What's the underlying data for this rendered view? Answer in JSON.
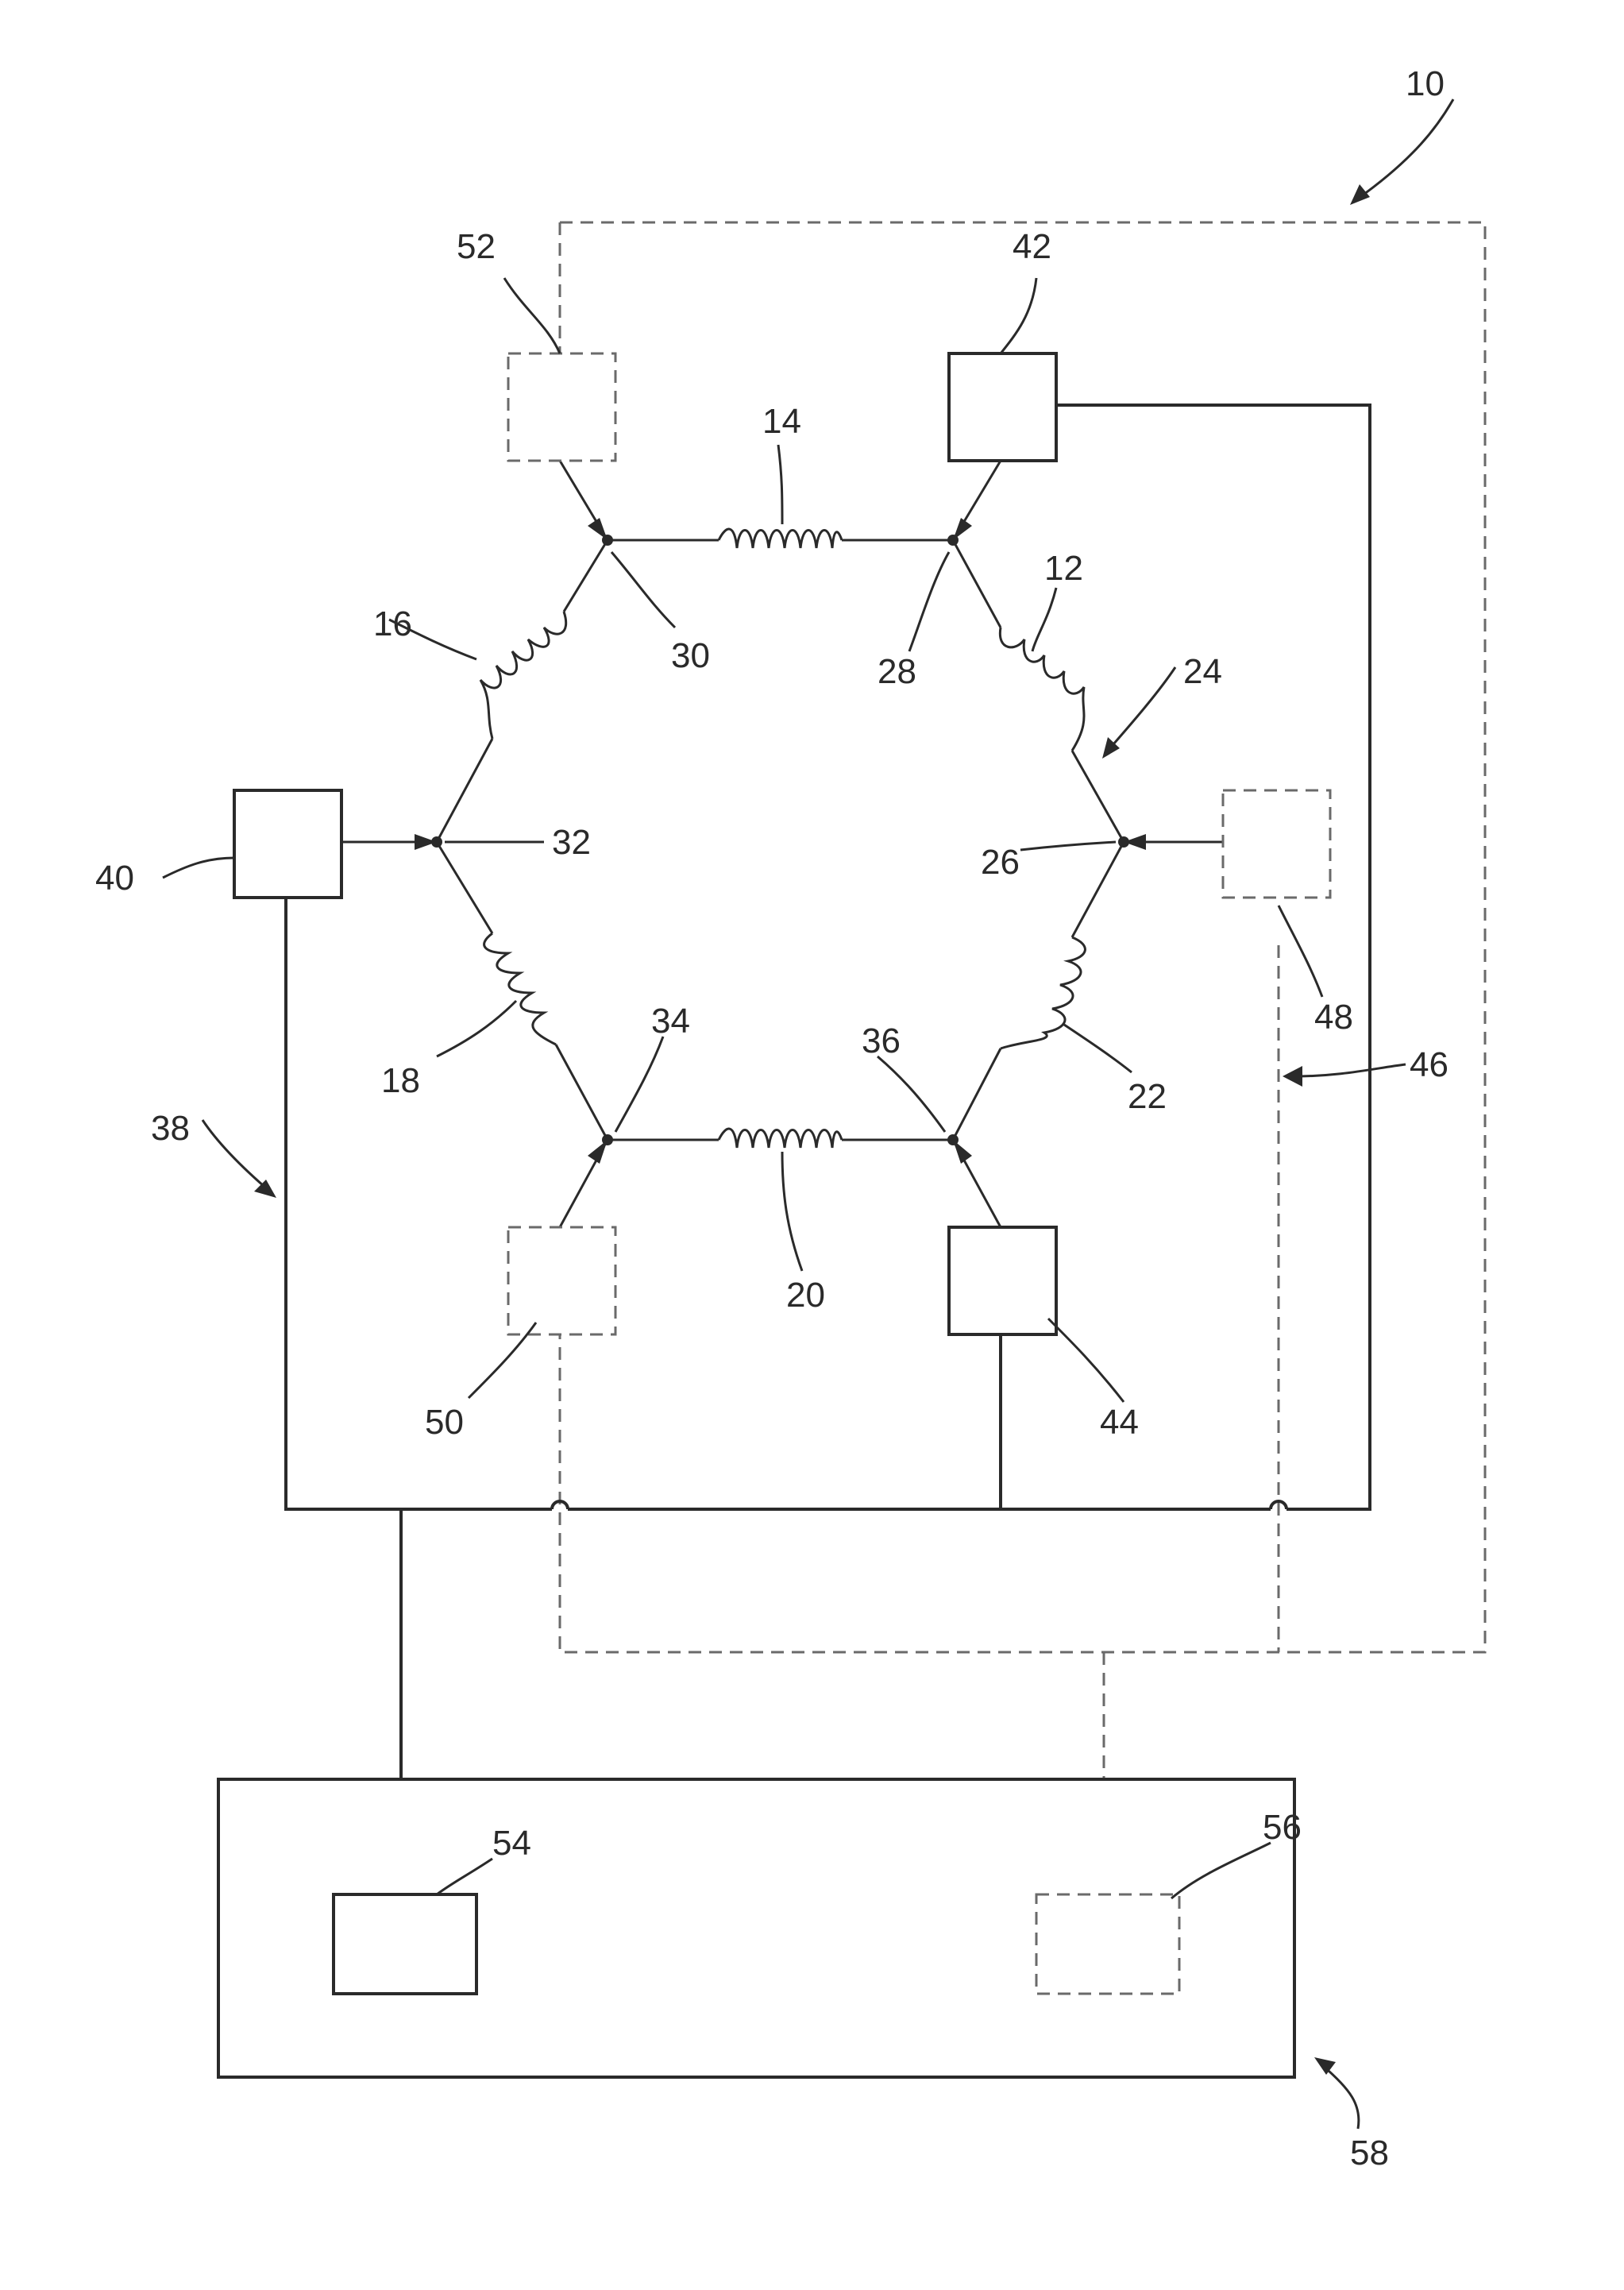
{
  "labels": {
    "l10": "10",
    "l12": "12",
    "l14": "14",
    "l16": "16",
    "l18": "18",
    "l20": "20",
    "l22": "22",
    "l24": "24",
    "l26": "26",
    "l28": "28",
    "l30": "30",
    "l32": "32",
    "l34": "34",
    "l36": "36",
    "l38": "38",
    "l40": "40",
    "l42": "42",
    "l44": "44",
    "l46": "46",
    "l48": "48",
    "l50": "50",
    "l52": "52",
    "l54": "54",
    "l56": "56",
    "l58": "58"
  }
}
